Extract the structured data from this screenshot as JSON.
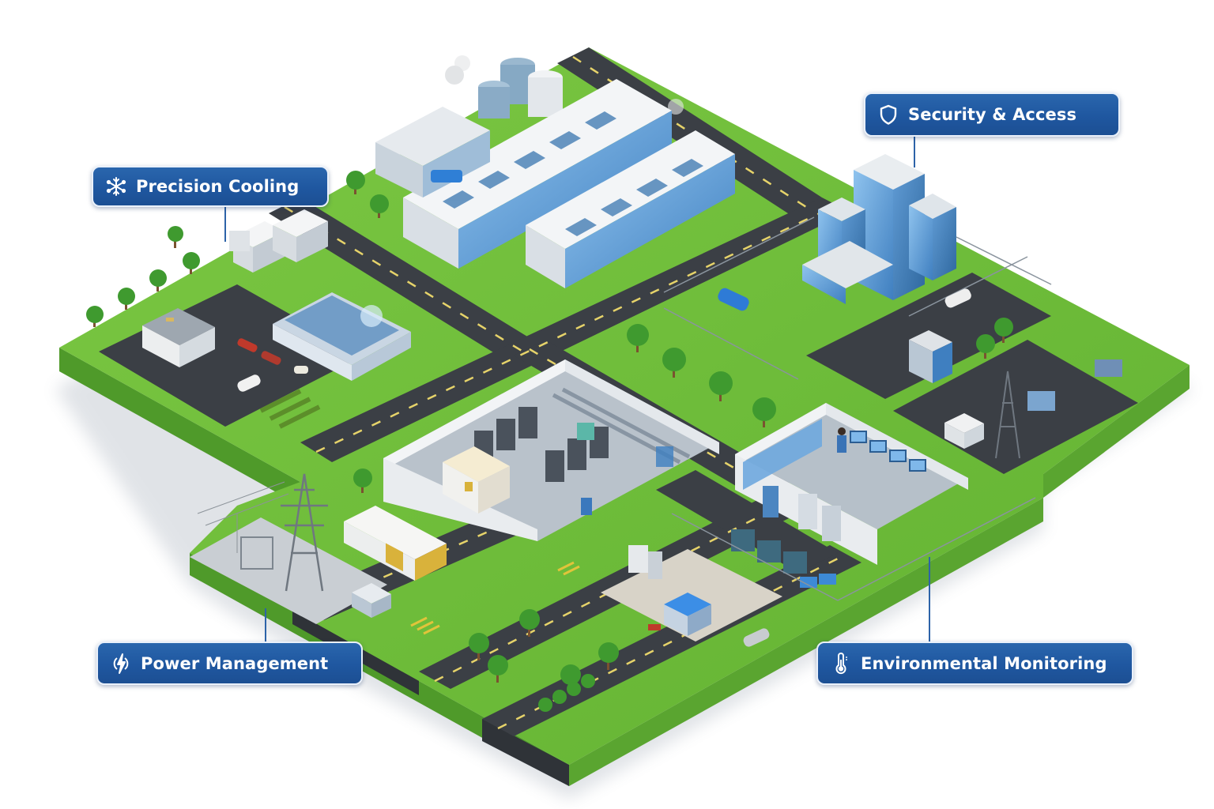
{
  "diagram": {
    "subject": "Isometric data center campus",
    "colors": {
      "callout_bg": "#1f57a0",
      "callout_border": "#e9f0fa",
      "callout_text": "#ffffff",
      "connector": "#2d63a8",
      "grass": "#6dbb3a",
      "grass_side": "#4f9a2a",
      "road": "#3b3f45",
      "road_dash": "#e6d36a",
      "glass": "#4f8fcf",
      "building": "#eef1f4"
    },
    "callouts": [
      {
        "id": "precision-cooling",
        "label": "Precision Cooling",
        "icon": "snowflake-icon",
        "zone": "cooling plant (west block)"
      },
      {
        "id": "security-access",
        "label": "Security & Access",
        "icon": "shield-icon",
        "zone": "office tower & gated checkpoint (north-east block)"
      },
      {
        "id": "power-management",
        "label": "Power Management",
        "icon": "lightning-bolt-icon",
        "zone": "substation & generators (south-west block)"
      },
      {
        "id": "environmental-monitoring",
        "label": "Environmental Monitoring",
        "icon": "thermometer-icon",
        "zone": "control room / NOC (south-east block)"
      }
    ],
    "zones": [
      {
        "name": "Main data hall",
        "icon": "data-hall-building"
      },
      {
        "name": "Cooling towers",
        "icon": "cooling-tower"
      },
      {
        "name": "Server hall cutaway",
        "icon": "server-rack"
      },
      {
        "name": "Control room",
        "icon": "monitor-wall"
      },
      {
        "name": "Substation",
        "icon": "transmission-tower"
      },
      {
        "name": "Generator container",
        "icon": "generator"
      },
      {
        "name": "Security gate",
        "icon": "gatehouse"
      },
      {
        "name": "Visitor pavilion",
        "icon": "pavilion"
      }
    ]
  }
}
